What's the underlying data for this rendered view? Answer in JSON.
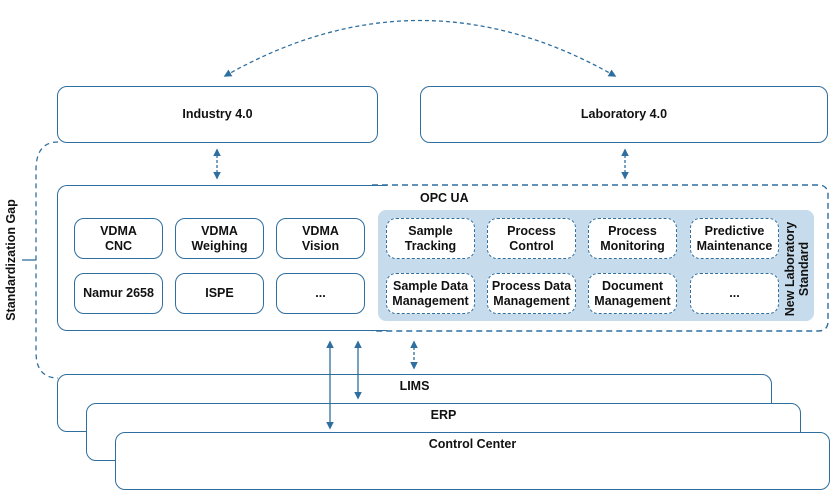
{
  "top": {
    "industry": "Industry 4.0",
    "laboratory": "Laboratory 4.0"
  },
  "side_label": "Standardization Gap",
  "opcua": {
    "title": "OPC UA",
    "left_row1": [
      "VDMA\nCNC",
      "VDMA\nWeighing",
      "VDMA\nVision"
    ],
    "left_row2": [
      "Namur 2658",
      "ISPE",
      "..."
    ],
    "right_row1": [
      "Sample\nTracking",
      "Process\nControl",
      "Process\nMonitoring",
      "Predictive\nMaintenance"
    ],
    "right_row2": [
      "Sample Data\nManagement",
      "Process Data\nManagement",
      "Document\nManagement",
      "..."
    ],
    "new_standard_label": "New Laboratory\nStandard"
  },
  "layers": {
    "lims": "LIMS",
    "erp": "ERP",
    "control_center": "Control Center"
  },
  "colors": {
    "stroke": "#2f6f9f",
    "panel": "#c6dced"
  }
}
